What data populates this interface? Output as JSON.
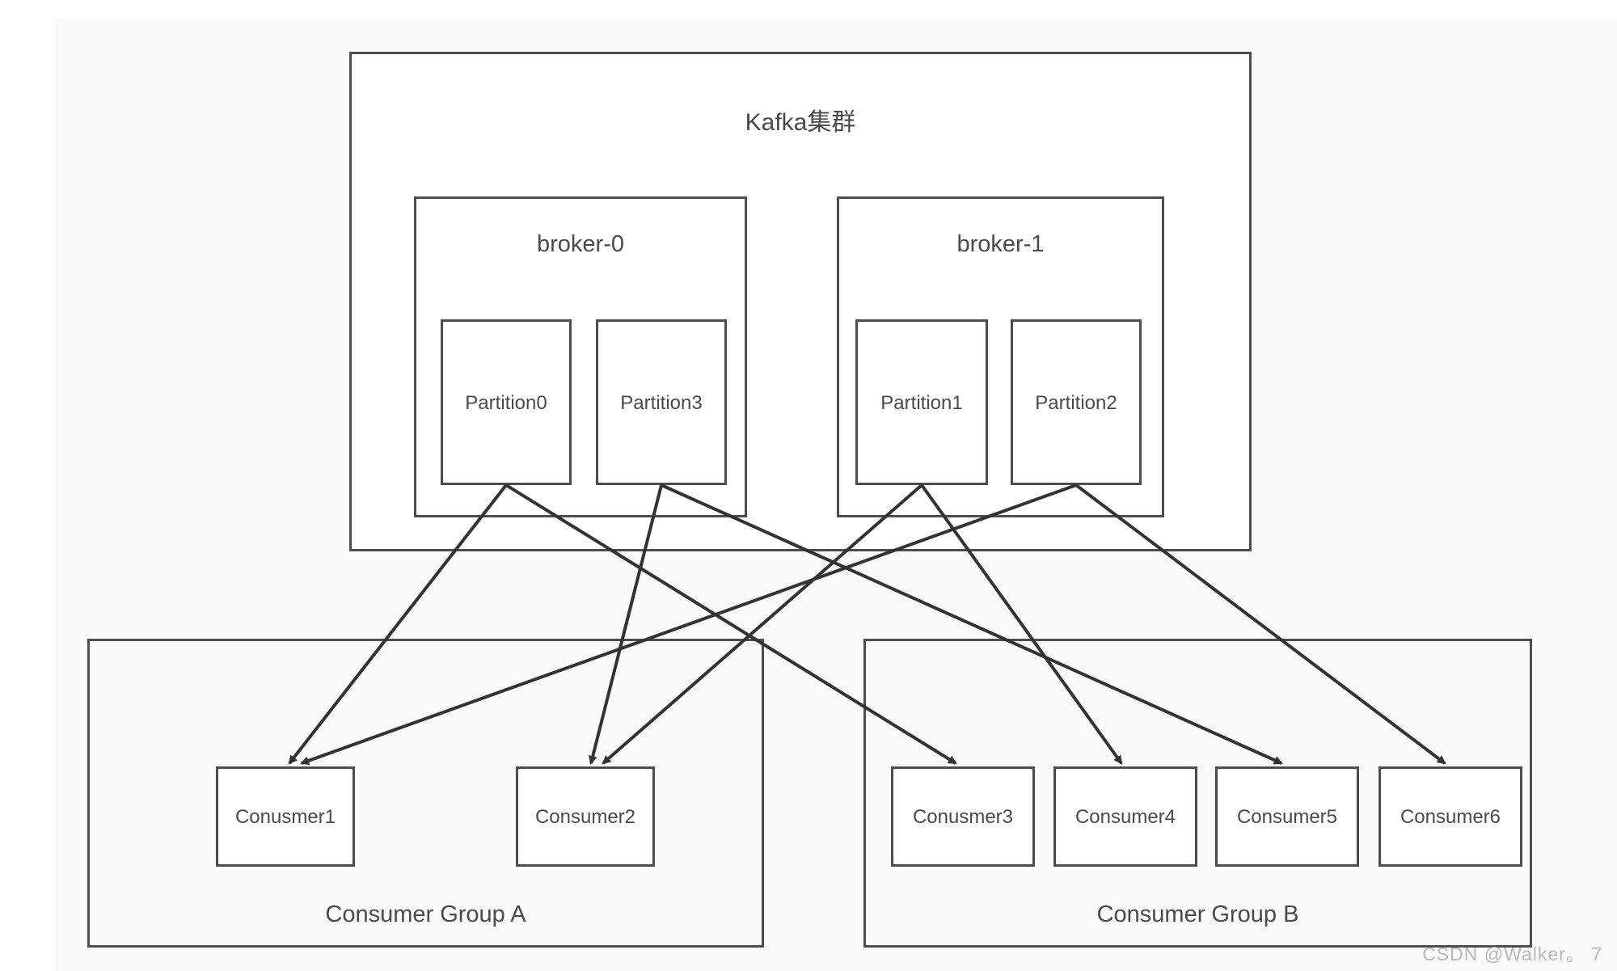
{
  "diagram": {
    "type": "kafka-consumer-group-architecture",
    "background_color": "#fafafa",
    "line_color": "#4d4d4d",
    "text_color": "#4a4a4a"
  },
  "cluster": {
    "title": "Kafka集群",
    "brokers": [
      {
        "id": "broker-0",
        "label": "broker-0",
        "partitions": [
          {
            "id": "p0",
            "label": "Partition0"
          },
          {
            "id": "p3",
            "label": "Partition3"
          }
        ]
      },
      {
        "id": "broker-1",
        "label": "broker-1",
        "partitions": [
          {
            "id": "p1",
            "label": "Partition1"
          },
          {
            "id": "p2",
            "label": "Partition2"
          }
        ]
      }
    ]
  },
  "consumer_groups": [
    {
      "id": "group-a",
      "label": "Consumer Group A",
      "consumers": [
        {
          "id": "c1",
          "label": "Conusmer1"
        },
        {
          "id": "c2",
          "label": "Consumer2"
        }
      ]
    },
    {
      "id": "group-b",
      "label": "Consumer Group B",
      "consumers": [
        {
          "id": "c3",
          "label": "Conusmer3"
        },
        {
          "id": "c4",
          "label": "Consumer4"
        },
        {
          "id": "c5",
          "label": "Consumer5"
        },
        {
          "id": "c6",
          "label": "Consumer6"
        }
      ]
    }
  ],
  "assignments": [
    {
      "from": "p0",
      "to": "c1"
    },
    {
      "from": "p0",
      "to": "c3"
    },
    {
      "from": "p3",
      "to": "c2"
    },
    {
      "from": "p3",
      "to": "c5"
    },
    {
      "from": "p1",
      "to": "c2"
    },
    {
      "from": "p1",
      "to": "c4"
    },
    {
      "from": "p2",
      "to": "c1"
    },
    {
      "from": "p2",
      "to": "c6"
    }
  ],
  "watermark": "CSDN @Walker。 7"
}
